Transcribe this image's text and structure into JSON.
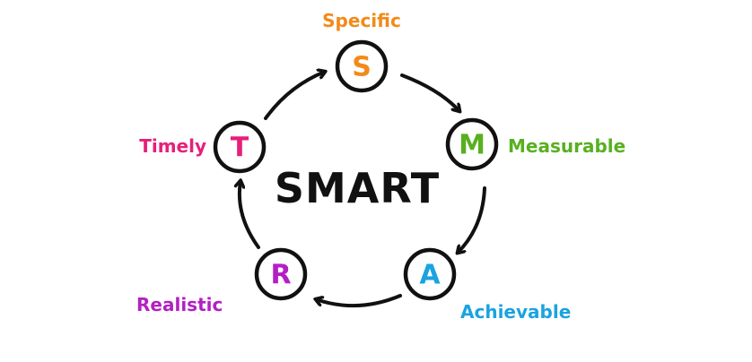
{
  "diagram": {
    "center_title": "SMART",
    "nodes": [
      {
        "id": "s",
        "letter": "S",
        "label": "Specific",
        "color": "#f28a1a"
      },
      {
        "id": "m",
        "letter": "M",
        "label": "Measurable",
        "color": "#58b021"
      },
      {
        "id": "a",
        "letter": "A",
        "label": "Achievable",
        "color": "#1aa3e0"
      },
      {
        "id": "r",
        "letter": "R",
        "label": "Realistic",
        "color": "#b41fc4"
      },
      {
        "id": "t",
        "letter": "T",
        "label": "Timely",
        "color": "#e6207a"
      }
    ]
  }
}
